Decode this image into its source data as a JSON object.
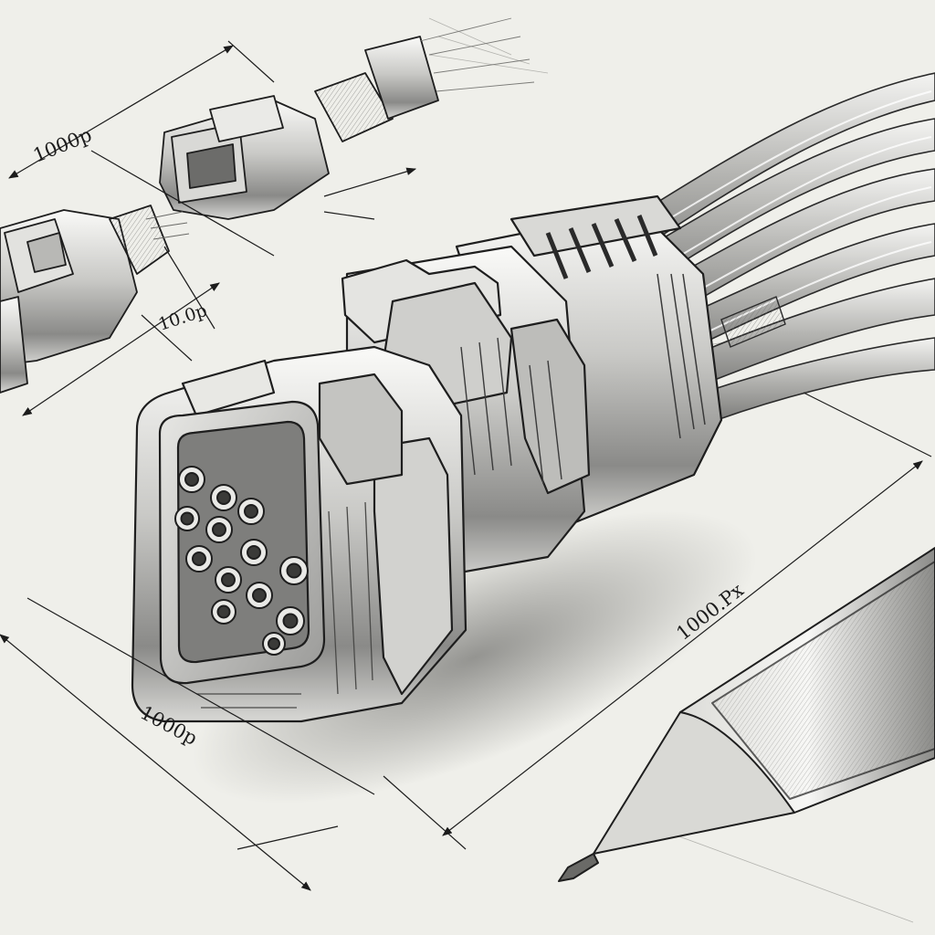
{
  "dimension_labels": {
    "top_left": "1000p",
    "mid_left": "10.0p",
    "bottom": "1000p",
    "right": "1000.Px"
  },
  "colors": {
    "paper": "#efefea",
    "ink": "#1c1c1c",
    "metal_light": "#f2f2f0",
    "metal_mid": "#b9b9b9",
    "metal_dark": "#5c5c5c",
    "shadow": "#2a2a2a"
  }
}
